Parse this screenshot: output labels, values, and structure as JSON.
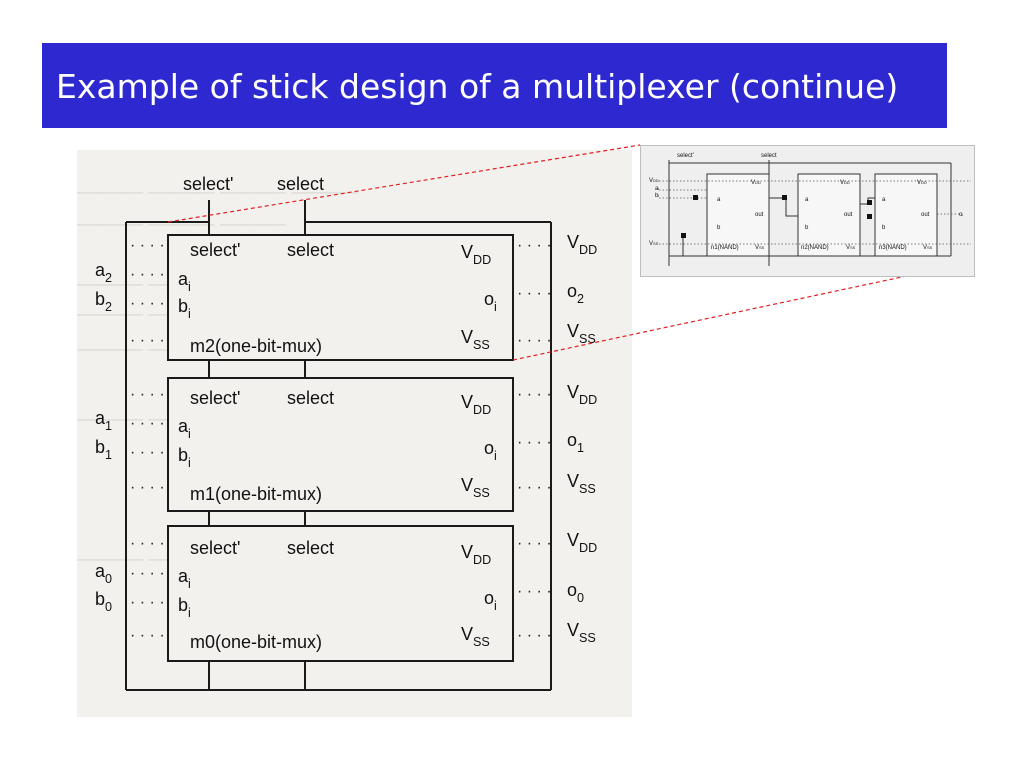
{
  "title": "Example of stick design of a multiplexer (continue)",
  "diagram": {
    "top_labels": [
      "select'",
      "select"
    ],
    "modules": [
      {
        "name": "m2(one-bit-mux)",
        "a": "a",
        "a_sub": "2",
        "b": "b",
        "b_sub": "2",
        "o": "o",
        "o_sub": "2"
      },
      {
        "name": "m1(one-bit-mux)",
        "a": "a",
        "a_sub": "1",
        "b": "b",
        "b_sub": "1",
        "o": "o",
        "o_sub": "1"
      },
      {
        "name": "m0(one-bit-mux)",
        "a": "a",
        "a_sub": "0",
        "b": "b",
        "b_sub": "0",
        "o": "o",
        "o_sub": "0"
      }
    ],
    "inner": {
      "select_prime": "select'",
      "select": "select",
      "ai": "a",
      "ai_sub": "i",
      "bi": "b",
      "bi_sub": "i",
      "oi": "o",
      "oi_sub": "i",
      "vdd": "V",
      "vdd_sub": "DD",
      "vss": "V",
      "vss_sub": "SS"
    },
    "dots": "· · · ·"
  },
  "inset": {
    "top_labels": [
      "select'",
      "select"
    ],
    "left_labels": {
      "vdd": "V",
      "vdd_sub": "DD",
      "ai": "a",
      "ai_sub": "i",
      "bi": "b",
      "bi_sub": "i",
      "vss": "V",
      "vss_sub": "SS"
    },
    "gates": [
      {
        "name": "n1(NAND)",
        "a": "a",
        "b": "b",
        "out": "out",
        "vdd": "V",
        "vdd_sub": "DD",
        "vss": "V",
        "vss_sub": "SS"
      },
      {
        "name": "n2(NAND)",
        "a": "a",
        "b": "b",
        "out": "out",
        "vdd": "V",
        "vdd_sub": "DD",
        "vss": "V",
        "vss_sub": "SS"
      },
      {
        "name": "n3(NAND)",
        "a": "a",
        "b": "b",
        "out": "out",
        "vdd": "V",
        "vdd_sub": "DD",
        "vss": "V",
        "vss_sub": "SS"
      }
    ],
    "output": "o",
    "output_sub": "i"
  },
  "colors": {
    "title_bg": "#2d28cf",
    "title_fg": "#ffffff",
    "guide_line": "#e02020"
  }
}
